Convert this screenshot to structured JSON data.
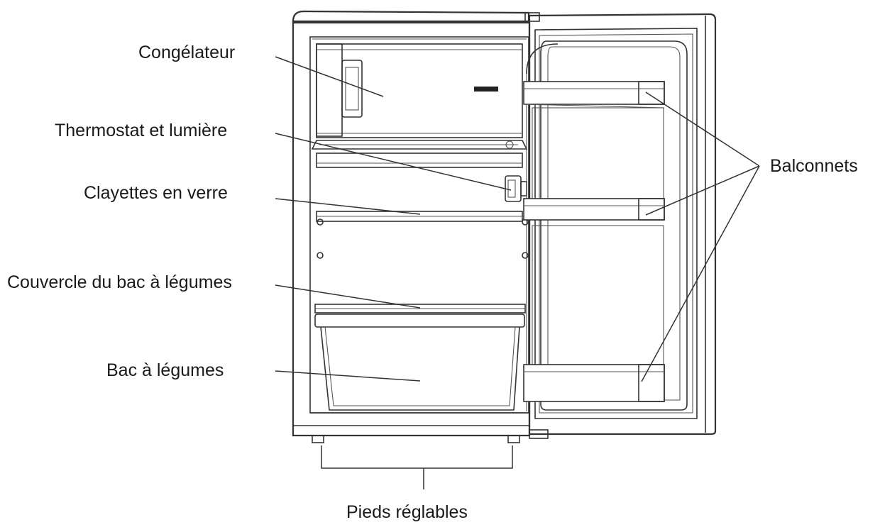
{
  "labels": {
    "freezer": "Congélateur",
    "thermostat": "Thermostat et lumière",
    "glass_shelves": "Clayettes en verre",
    "crisper_cover": "Couvercle du bac à légumes",
    "crisper": "Bac à légumes",
    "door_balconies": "Balconnets",
    "feet": "Pieds réglables"
  },
  "colors": {
    "line": "#333333",
    "text": "#1a1a1a",
    "background": "#ffffff"
  }
}
